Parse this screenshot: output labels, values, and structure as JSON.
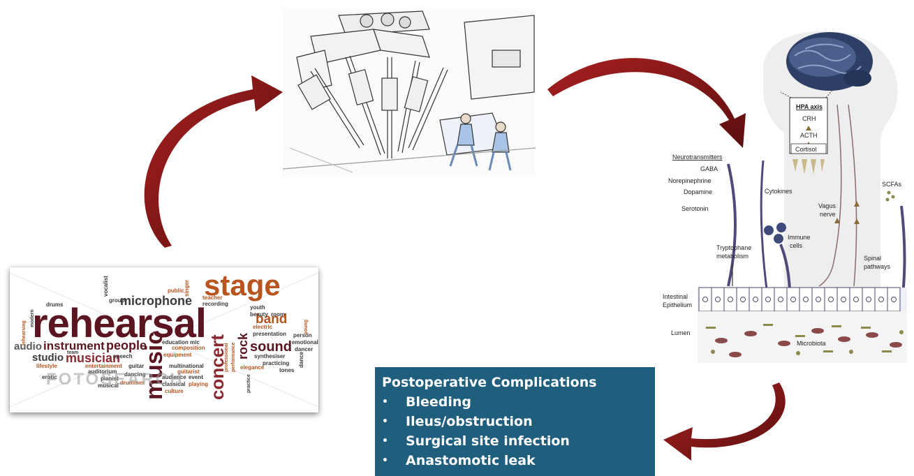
{
  "wordcloud": {
    "words": {
      "rehearsal": "rehearsal",
      "stage": "stage",
      "microphone": "microphone",
      "music": "music",
      "concert": "concert",
      "instrument": "instrument",
      "audio": "audio",
      "studio": "studio",
      "musician": "musician",
      "people": "people",
      "sound": "sound",
      "band": "band",
      "rock": "rock",
      "drums": "drums",
      "vocalist": "vocalist",
      "group": "group",
      "public": "public",
      "singer": "singer",
      "teacher": "teacher",
      "recording": "recording",
      "youth": "youth",
      "beauty": "beauty",
      "room": "room",
      "electric": "electric",
      "presentation": "presentation",
      "person": "person",
      "emotional": "emotional",
      "dancer": "dancer",
      "synthesiser": "synthesiser",
      "practicing": "practicing",
      "elegance": "elegance",
      "education": "education",
      "mic": "mic",
      "composition": "composition",
      "equipment": "equipment",
      "team": "team",
      "speech": "speech",
      "entertainment": "entertainment",
      "guitar": "guitar",
      "lifestyle": "lifestyle",
      "multinational": "multinational",
      "guitarist": "guitarist",
      "auditorium": "auditorium",
      "erotic": "erotic",
      "pianist": "pianist",
      "dancing": "dancing",
      "audience": "audience",
      "event": "event",
      "musical": "musical",
      "drummer": "drummer",
      "classical": "classical",
      "playing": "playing",
      "culture": "culture",
      "rehearsing": "rehearsing",
      "modern": "modern",
      "young": "young",
      "dance": "dance",
      "performance": "performance",
      "professional": "professional",
      "practice": "practice",
      "tones": "tones"
    },
    "watermark": "FOTOSEARCH"
  },
  "gutbrain": {
    "hpa_title": "HPA axis",
    "crh": "CRH",
    "acth": "ACTH",
    "cortisol": "Cortisol",
    "neurotransmitters_title": "Neurotransmitters",
    "gaba": "GABA",
    "norepinephrine": "Norepinephrine",
    "dopamine": "Dopamine",
    "serotonin": "Serotonin",
    "tryptophane_1": "Tryptophane",
    "tryptophane_2": "metabolism",
    "cytokines": "Cytokines",
    "immune_1": "Immune",
    "immune_2": "cells",
    "vagus_1": "Vagus",
    "vagus_2": "nerve",
    "scfas": "SCFAs",
    "spinal_1": "Spinal",
    "spinal_2": "pathways",
    "epithelium_1": "Intestinal",
    "epithelium_2": "Epithelium",
    "lumen": "Lumen",
    "microbiota": "Microbiota"
  },
  "complications": {
    "title": "Postoperative Complications",
    "bullet": "•",
    "items": [
      "Bleeding",
      "Ileus/obstruction",
      "Surgical site infection",
      "Anastomotic leak"
    ]
  },
  "colors": {
    "arrow": "#8b1a1a",
    "box": "#1f5f7d",
    "cloud_dark": "#5a1520",
    "cloud_orange": "#b8541e",
    "cloud_gray": "#5a5a5a"
  }
}
